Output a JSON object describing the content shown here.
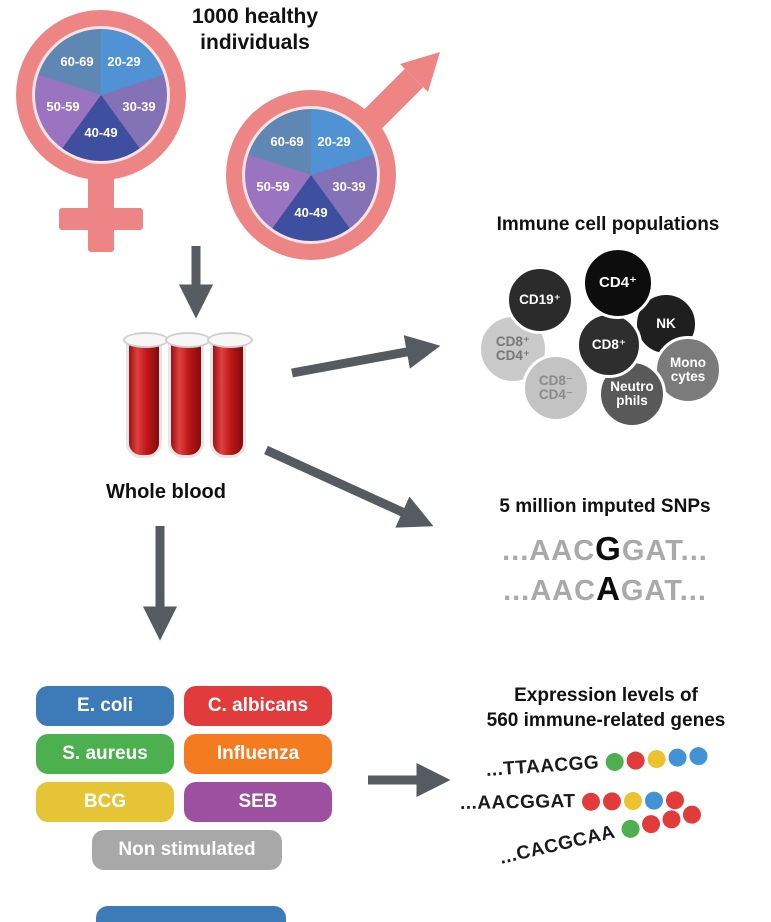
{
  "figure": {
    "title": "1000 healthy\nindividuals"
  },
  "pies": {
    "age_groups": [
      "20-29",
      "30-39",
      "40-49",
      "50-59",
      "60-69"
    ],
    "slice_colors": {
      "20-29": "#4f93d4",
      "30-39": "#8472b6",
      "40-49": "#3f4f9f",
      "50-59": "#9a74c0",
      "60-69": "#5f87b4"
    },
    "symbol_color": "#ee8585"
  },
  "blood": {
    "label": "Whole blood"
  },
  "immune": {
    "title": "Immune cell populations",
    "cells": [
      {
        "label": "CD4⁺"
      },
      {
        "label": "CD19⁺"
      },
      {
        "label": "NK"
      },
      {
        "label": "CD8⁺"
      },
      {
        "label": "CD8⁺\nCD4⁺"
      },
      {
        "label": "Mono\ncytes"
      },
      {
        "label": "CD8⁻\nCD4⁻"
      },
      {
        "label": "Neutro\nphils"
      }
    ]
  },
  "snps": {
    "title": "5 million imputed SNPs",
    "sequences": [
      {
        "prefix": "...AAC",
        "variant": "G",
        "suffix": "GAT..."
      },
      {
        "prefix": "...AAC",
        "variant": "A",
        "suffix": "GAT..."
      }
    ]
  },
  "stimuli": {
    "items": [
      {
        "label": "E. coli",
        "color": "blue"
      },
      {
        "label": "C. albicans",
        "color": "red"
      },
      {
        "label": "S. aureus",
        "color": "green"
      },
      {
        "label": "Influenza",
        "color": "orange"
      },
      {
        "label": "BCG",
        "color": "yellow"
      },
      {
        "label": "SEB",
        "color": "purple"
      },
      {
        "label": "Non stimulated",
        "color": "gray"
      }
    ],
    "palette": {
      "blue": "#3d7ab8",
      "red": "#e23b3b",
      "green": "#4cb04e",
      "orange": "#f47b20",
      "yellow": "#e5c435",
      "purple": "#9d4fa0",
      "gray": "#a8a8a8"
    }
  },
  "expression": {
    "title": "Expression levels of\n560 immune-related genes",
    "genes": [
      {
        "sequence": "...TTAACGG",
        "dots": [
          "green",
          "red",
          "yellow",
          "blue",
          "blue"
        ]
      },
      {
        "sequence": "...AACGGAT",
        "dots": [
          "red",
          "red",
          "yellow",
          "blue",
          "red"
        ]
      },
      {
        "sequence": "...CACGCAA",
        "dots": [
          "green",
          "red",
          "red",
          "red"
        ]
      }
    ]
  },
  "arrow_color": "#565b62"
}
